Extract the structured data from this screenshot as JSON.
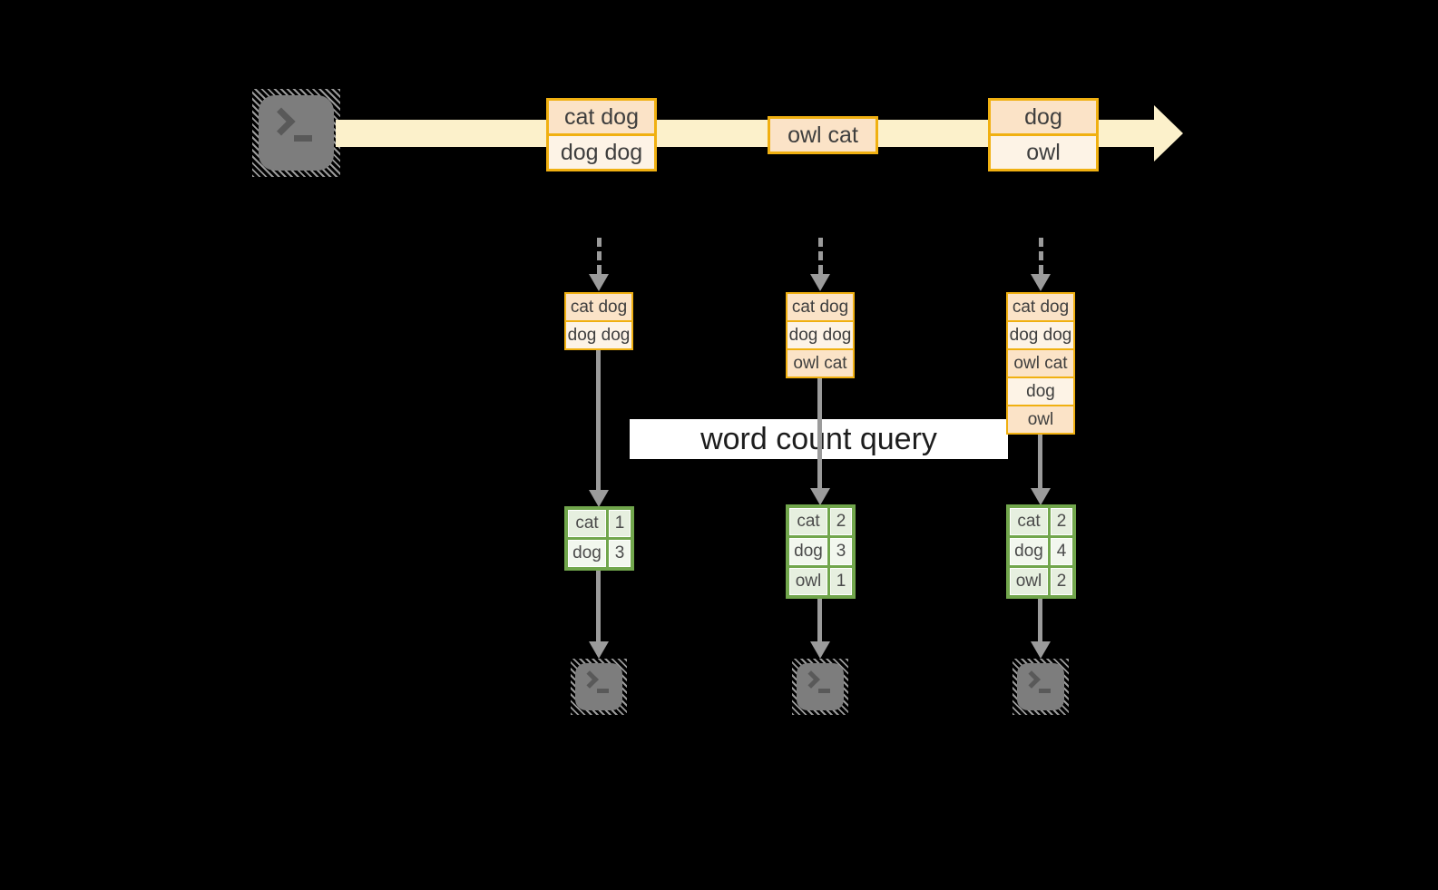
{
  "query_label": "word count query",
  "stream": {
    "source_icon": "terminal-icon",
    "batches": [
      {
        "rows": [
          "cat dog",
          "dog dog"
        ]
      },
      {
        "rows": [
          "owl cat"
        ]
      },
      {
        "rows": [
          "dog",
          "owl"
        ]
      }
    ]
  },
  "columns": [
    {
      "batch_rows": [
        "cat dog",
        "dog dog"
      ],
      "counts": [
        {
          "word": "cat",
          "value": "1"
        },
        {
          "word": "dog",
          "value": "3"
        }
      ],
      "output_icon": "terminal-icon"
    },
    {
      "batch_rows": [
        "cat dog",
        "dog dog",
        "owl cat"
      ],
      "counts": [
        {
          "word": "cat",
          "value": "2"
        },
        {
          "word": "dog",
          "value": "3"
        },
        {
          "word": "owl",
          "value": "1"
        }
      ],
      "output_icon": "terminal-icon"
    },
    {
      "batch_rows": [
        "cat dog",
        "dog dog",
        "owl cat",
        "dog",
        "owl"
      ],
      "counts": [
        {
          "word": "cat",
          "value": "2"
        },
        {
          "word": "dog",
          "value": "4"
        },
        {
          "word": "owl",
          "value": "2"
        }
      ],
      "output_icon": "terminal-icon"
    }
  ],
  "colors": {
    "background": "#000000",
    "stream_band": "#fcf1cb",
    "batch_border": "#f0b011",
    "batch_fill_peach": "#fbe3c7",
    "batch_fill_cream": "#fdf3e6",
    "table_border": "#71a64c",
    "table_fill_dark": "#e6efdf",
    "table_fill_light": "#f2f7ee",
    "arrow_gray": "#9b9b9b",
    "query_band_bg": "#ffffff",
    "terminal_gray": "#7d7d7d"
  }
}
